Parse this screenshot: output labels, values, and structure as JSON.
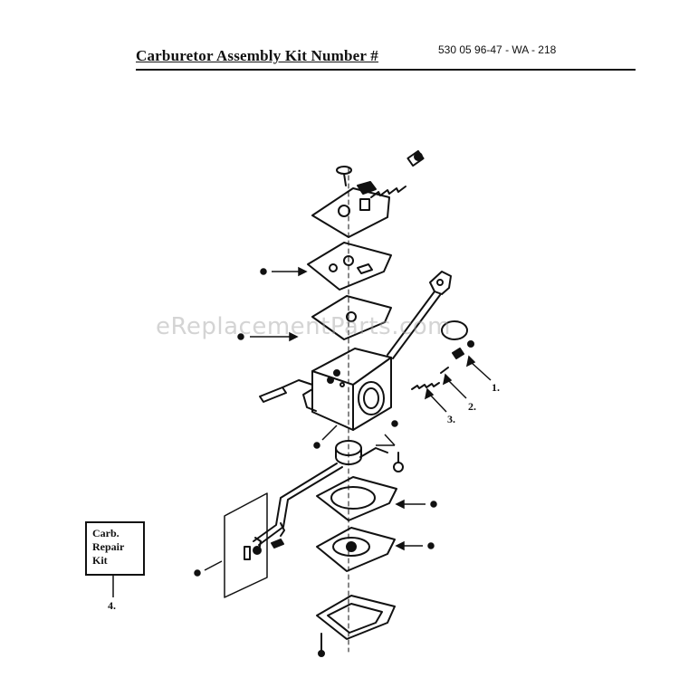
{
  "header": {
    "title": "Carburetor Assembly Kit Number #",
    "kit_code": "530 05 96-47 - WA - 218"
  },
  "watermark": "eReplacementParts.com",
  "repair_kit": {
    "line1": "Carb.",
    "line2": "Repair",
    "line3": "Kit"
  },
  "callouts": {
    "c1": "1.",
    "c2": "2.",
    "c3": "3.",
    "c4": "4."
  },
  "colors": {
    "ink": "#111111",
    "watermark": "#a0a0a0"
  }
}
